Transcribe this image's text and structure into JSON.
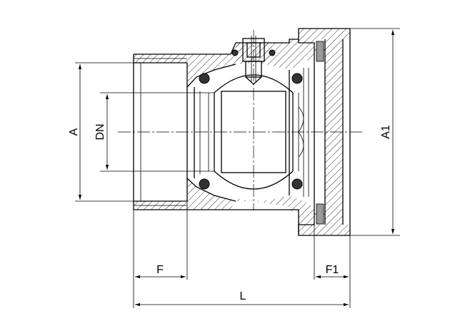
{
  "drawing": {
    "type": "cross-section",
    "line_color": "#000000",
    "background": "#ffffff",
    "labels": {
      "A": "A",
      "DN": "DN",
      "A1": "A1",
      "F": "F",
      "F1": "F1",
      "L": "L"
    }
  }
}
